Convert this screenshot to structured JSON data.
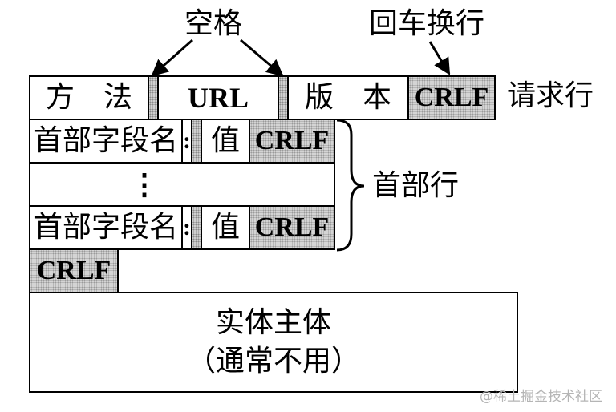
{
  "labels": {
    "space": "空格",
    "crlf_top": "回车换行",
    "request_line": "请求行",
    "header_lines": "首部行"
  },
  "request_line": {
    "method": "方　法",
    "url": "URL",
    "version": "版　本",
    "crlf": "CRLF"
  },
  "header": {
    "field_name": "首部字段名",
    "colon": ":",
    "value": "值",
    "crlf": "CRLF",
    "ellipsis": "⋮"
  },
  "blank_crlf": "CRLF",
  "body": {
    "line1": "实体主体",
    "line2": "（通常不用）"
  },
  "watermark": "@稀土掘金技术社区"
}
